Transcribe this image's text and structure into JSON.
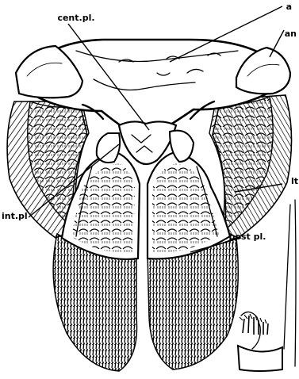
{
  "labels": {
    "cent_pl": "cent.pl.",
    "top_right": "a",
    "an": "an",
    "lt": "lt",
    "int_pl": "int.pl",
    "post_pl": "post pl."
  }
}
